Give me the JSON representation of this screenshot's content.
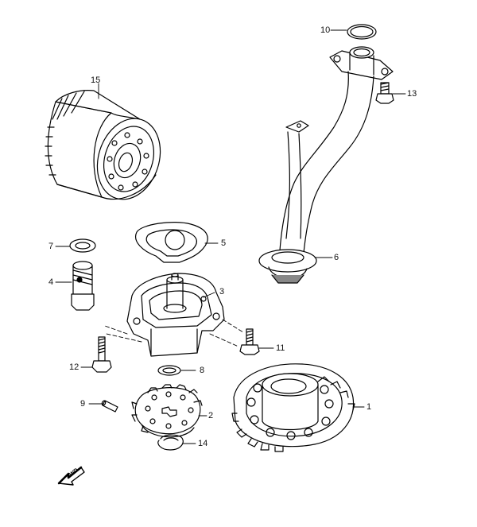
{
  "parts": [
    {
      "id": "oil-pump",
      "number": "1"
    },
    {
      "id": "oil-pump-rotor-gear",
      "number": "2"
    },
    {
      "id": "oil-strainer-housing",
      "number": "3"
    },
    {
      "id": "union-bolt",
      "number": "4"
    },
    {
      "id": "gasket",
      "number": "5"
    },
    {
      "id": "oil-strainer-pipe",
      "number": "6"
    },
    {
      "id": "washer-small",
      "number": "7"
    },
    {
      "id": "washer-large",
      "number": "8"
    },
    {
      "id": "pin",
      "number": "9"
    },
    {
      "id": "o-ring",
      "number": "10"
    },
    {
      "id": "bolt-11",
      "number": "11"
    },
    {
      "id": "bolt-12",
      "number": "12"
    },
    {
      "id": "bolt-13",
      "number": "13"
    },
    {
      "id": "circlip",
      "number": "14"
    },
    {
      "id": "oil-filter",
      "number": "15"
    }
  ],
  "fwd_label": "FWD",
  "colors": {
    "line": "#000000",
    "background": "#ffffff"
  }
}
